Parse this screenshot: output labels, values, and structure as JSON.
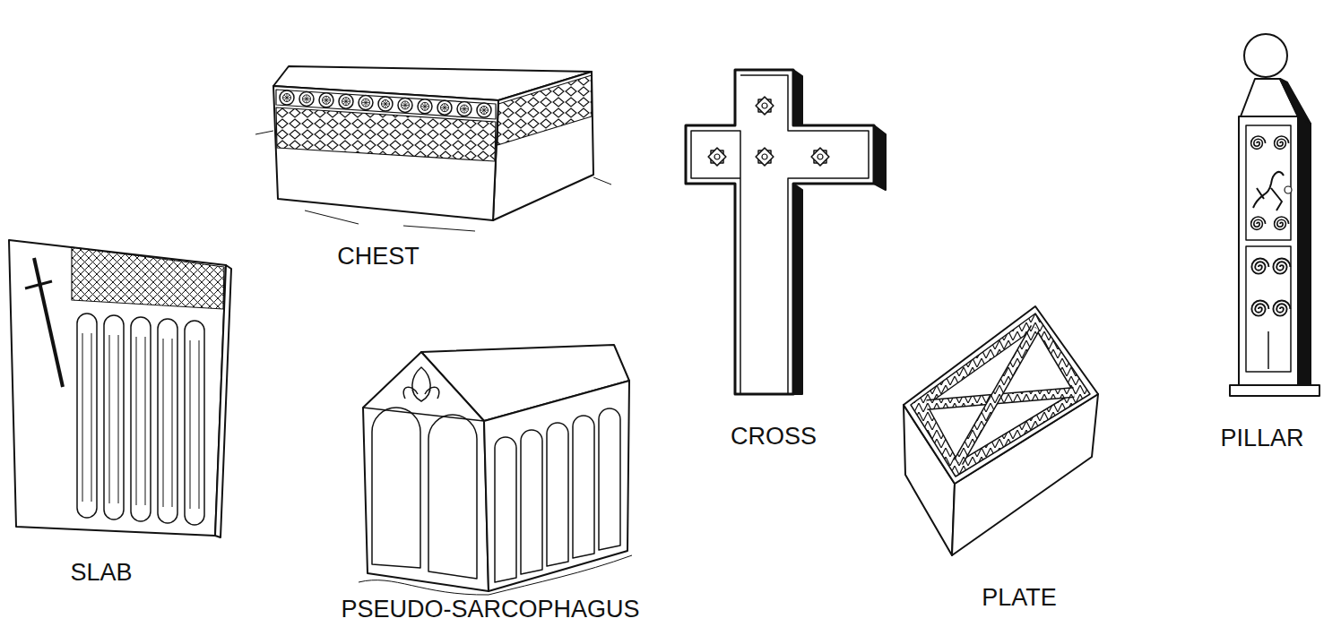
{
  "diagram": {
    "labels": [
      "CHEST",
      "SLAB",
      "PSEUDO-SARCOPHAGUS",
      "CROSS",
      "PLATE",
      "PILLAR"
    ]
  }
}
